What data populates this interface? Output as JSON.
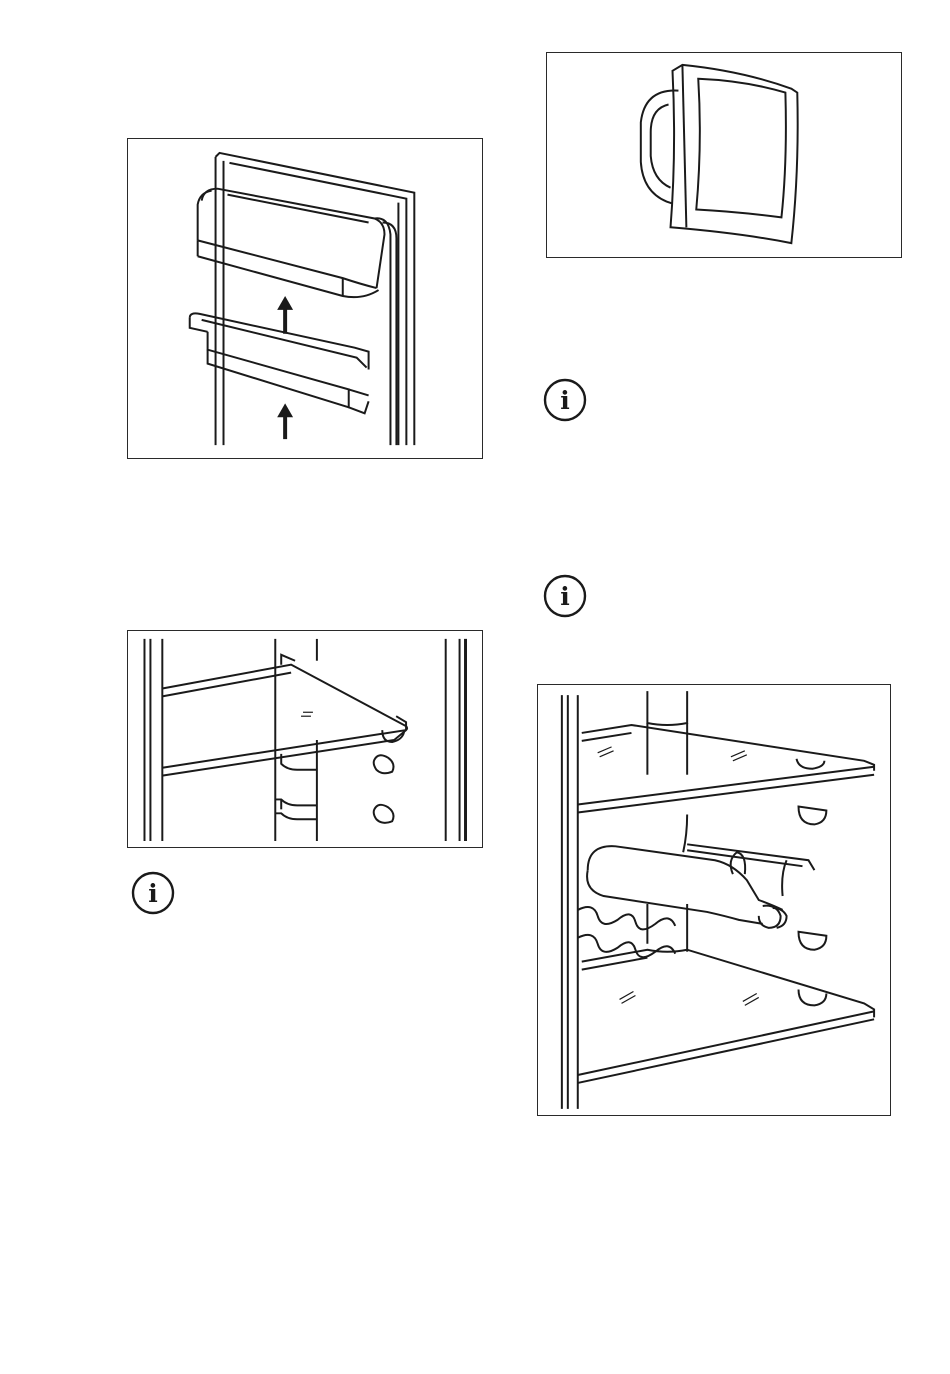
{
  "figures": [
    {
      "id": "door-shelves",
      "icon": "door-shelf-lift-illustration"
    },
    {
      "id": "butter-compartment-flap",
      "icon": "flap-illustration"
    },
    {
      "id": "glass-shelf",
      "icon": "glass-shelf-illustration"
    },
    {
      "id": "bottle-rack",
      "icon": "bottle-rack-illustration"
    }
  ],
  "info_icons": [
    {
      "icon": "info-icon",
      "glyph": "i"
    },
    {
      "icon": "info-icon",
      "glyph": "i"
    },
    {
      "icon": "info-icon",
      "glyph": "i"
    }
  ],
  "colors": {
    "line": "#1a1a1a",
    "background": "#ffffff"
  }
}
